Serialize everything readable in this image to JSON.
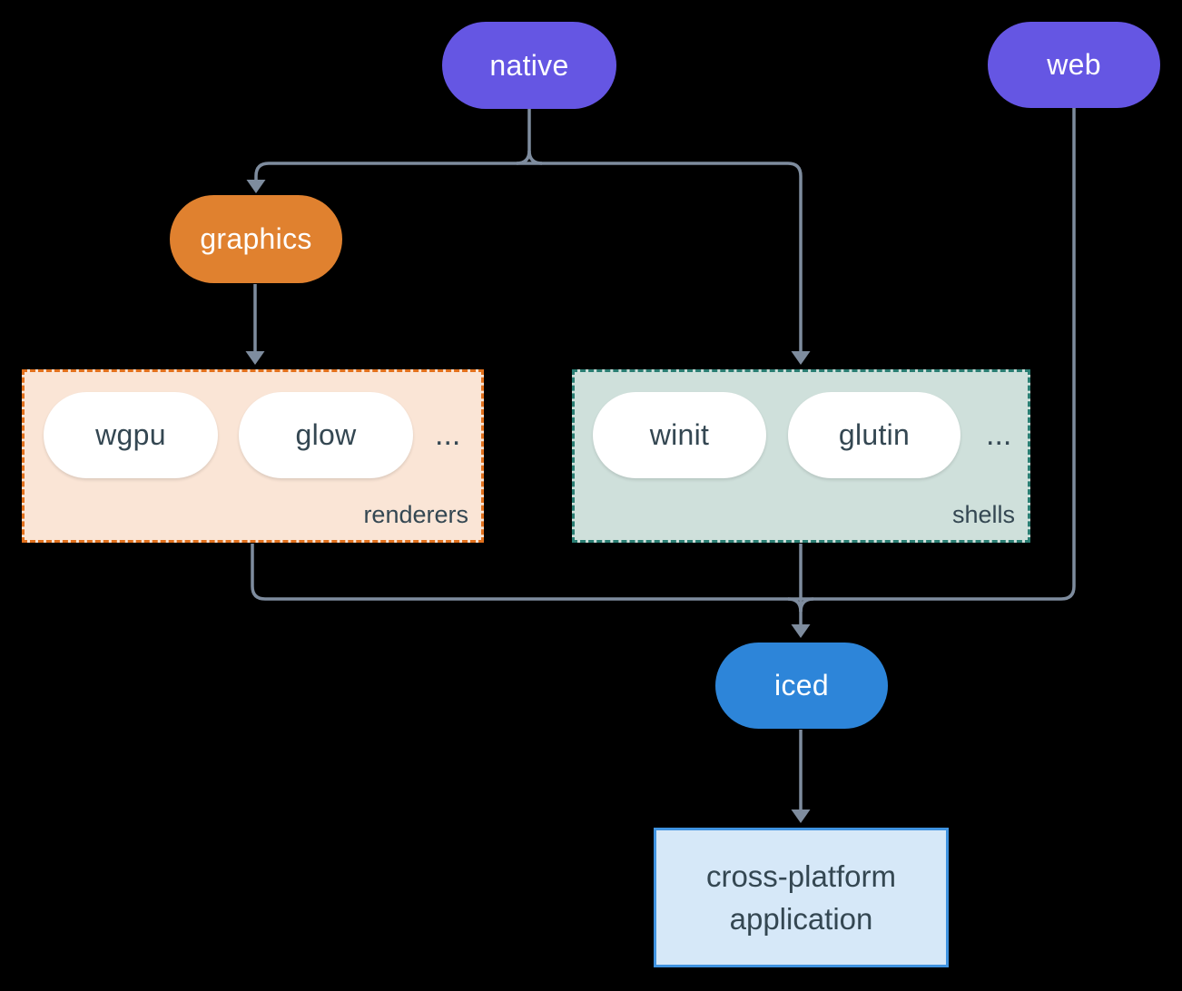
{
  "nodes": {
    "native": {
      "label": "native"
    },
    "web": {
      "label": "web"
    },
    "graphics": {
      "label": "graphics"
    },
    "iced": {
      "label": "iced"
    },
    "app": {
      "label": "cross-platform application"
    }
  },
  "groups": {
    "renderers": {
      "label": "renderers",
      "pills": [
        "wgpu",
        "glow"
      ],
      "more": "..."
    },
    "shells": {
      "label": "shells",
      "pills": [
        "winit",
        "glutin"
      ],
      "more": "..."
    }
  },
  "colors": {
    "background": "#000000",
    "platform_pill": "#6556E3",
    "graphics_pill": "#E0812F",
    "iced_pill": "#2D85D9",
    "inner_pill": "#FFFFFF",
    "connector": "#7E8C9E",
    "renderers_fill": "#FAE5D6",
    "renderers_border": "#E2711D",
    "shells_fill": "#CFE0DB",
    "shells_border": "#2A7E73",
    "app_fill": "#D6E8F8",
    "app_border": "#4093E0",
    "dark_text": "#344752"
  }
}
